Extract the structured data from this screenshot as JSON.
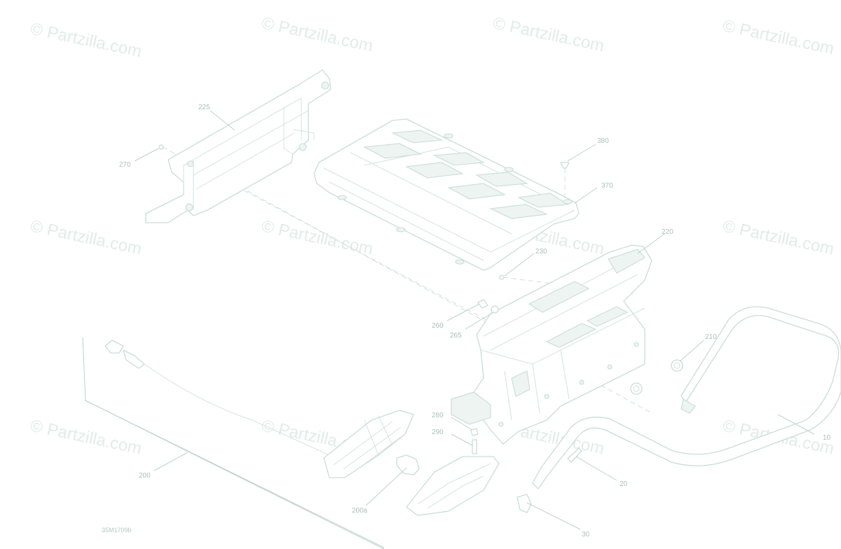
{
  "diagram": {
    "figure_ref": "35M1709b",
    "watermark_text": "© Partzilla.com",
    "colors": {
      "line": "#c9ddd7",
      "label": "#a9c1ba",
      "watermark": "#e1ece8"
    },
    "callouts": {
      "c10": "10",
      "c20": "20",
      "c30": "30",
      "c200": "200",
      "c200a": "200a",
      "c210": "210",
      "c220": "220",
      "c225": "225",
      "c230": "230",
      "c260": "260",
      "c265": "265",
      "c270": "270",
      "c280": "280",
      "c290": "290",
      "c370": "370",
      "c380": "380"
    }
  }
}
